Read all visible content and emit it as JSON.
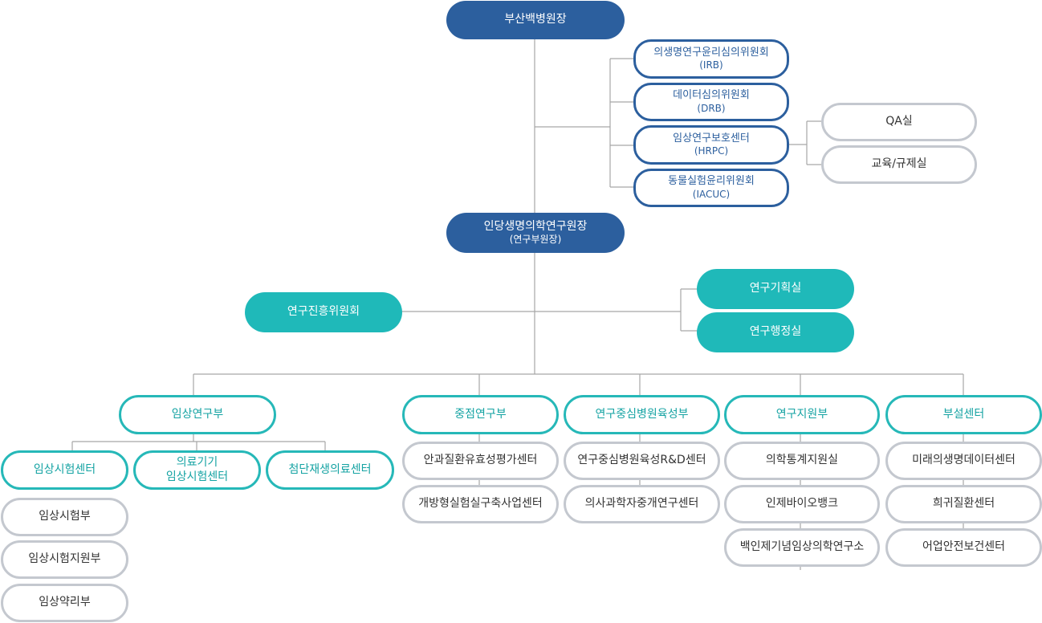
{
  "chart_data": {
    "type": "org-chart",
    "nodes": {
      "director": {
        "label": "부산백병원장"
      },
      "irb": {
        "label": "의생명연구윤리심의위원회",
        "sub": "(IRB)"
      },
      "drb": {
        "label": "데이터심의위원회",
        "sub": "(DRB)"
      },
      "hrpc": {
        "label": "임상연구보호센터",
        "sub": "(HRPC)"
      },
      "iacuc": {
        "label": "동물실험윤리위원회",
        "sub": "(IACUC)"
      },
      "qa": {
        "label": "QA실"
      },
      "edu": {
        "label": "교육/규제실"
      },
      "inje": {
        "label": "인당생명의학연구원장",
        "sub": "(연구부원장)"
      },
      "promo": {
        "label": "연구진흥위원회"
      },
      "plan": {
        "label": "연구기획실"
      },
      "admin": {
        "label": "연구행정실"
      },
      "clinical": {
        "label": "임상연구부"
      },
      "focus": {
        "label": "중점연구부"
      },
      "hospital": {
        "label": "연구중심병원육성부"
      },
      "support": {
        "label": "연구지원부"
      },
      "affil": {
        "label": "부설센터"
      },
      "ctc": {
        "label": "임상시험센터"
      },
      "device": {
        "label": "의료기기",
        "sub": "임상시험센터"
      },
      "regen": {
        "label": "첨단재생의료센터"
      },
      "trial": {
        "label": "임상시험부"
      },
      "trialsup": {
        "label": "임상시험지원부"
      },
      "pharm": {
        "label": "임상약리부"
      },
      "eye": {
        "label": "안과질환유효성평가센터"
      },
      "lab": {
        "label": "개방형실험실구축사업센터"
      },
      "rnd": {
        "label": "연구중심병원육성R&D센터"
      },
      "bridge": {
        "label": "의사과학자중개연구센터"
      },
      "stats": {
        "label": "의학통계지원실"
      },
      "biobank": {
        "label": "인제바이오뱅크"
      },
      "baekin": {
        "label": "백인제기념임상의학연구소"
      },
      "future": {
        "label": "미래의생명데이터센터"
      },
      "rare": {
        "label": "희귀질환센터"
      },
      "safety": {
        "label": "어업안전보건센터"
      }
    }
  }
}
